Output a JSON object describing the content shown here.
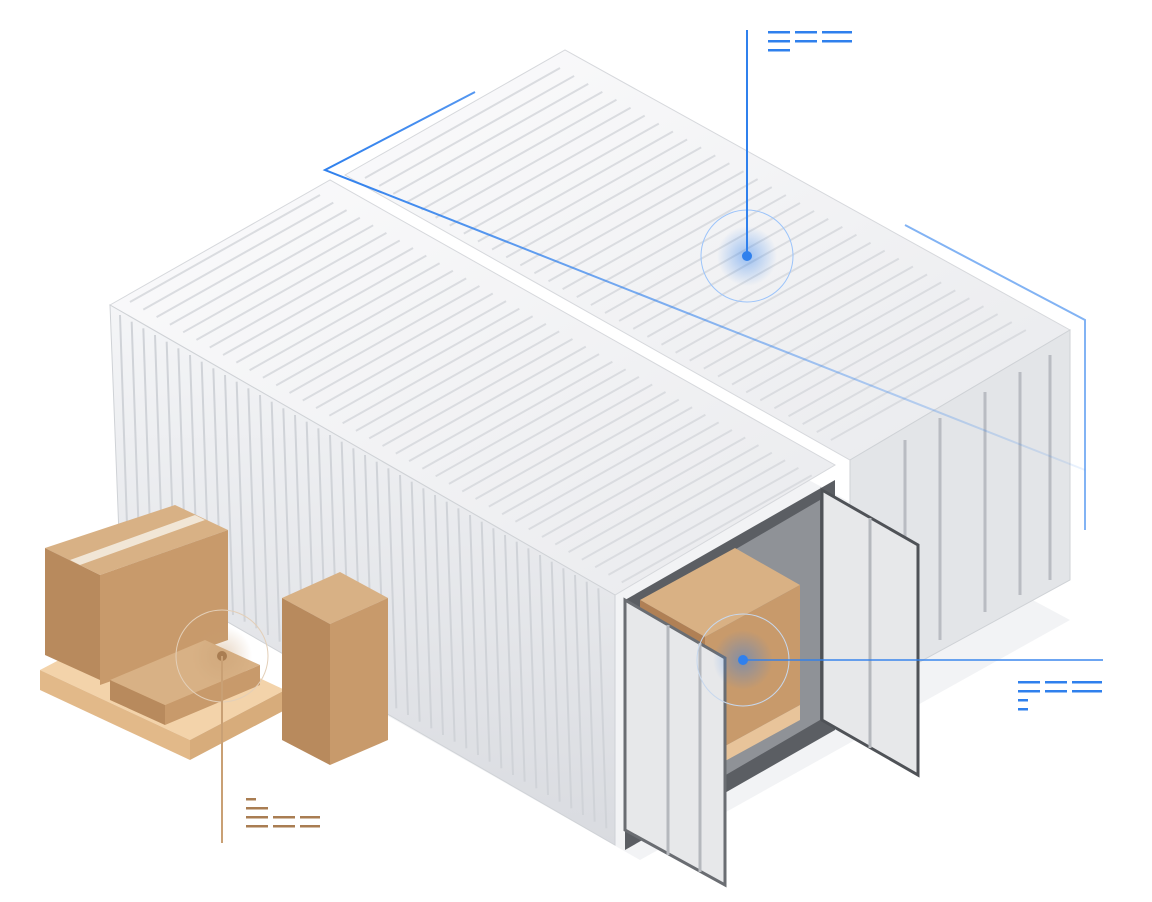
{
  "colors": {
    "accent_blue": "#2f80ed",
    "accent_blue_light": "#8fc0ff",
    "accent_tan": "#c9a074",
    "container_white": "#f2f3f5",
    "container_shadow": "#c9ccd2",
    "cardboard": "#c89a6b",
    "cardboard_dark": "#a97d52",
    "pallet": "#f1cfa4"
  },
  "scene": {
    "subjects": [
      "shipping-container",
      "shipping-container",
      "cardboard-box",
      "pallet"
    ],
    "callouts": [
      {
        "id": "top-container-sensor",
        "color": "accent_blue"
      },
      {
        "id": "cargo-door-sensor",
        "color": "accent_blue"
      },
      {
        "id": "pallet-sensor",
        "color": "accent_tan"
      }
    ]
  }
}
